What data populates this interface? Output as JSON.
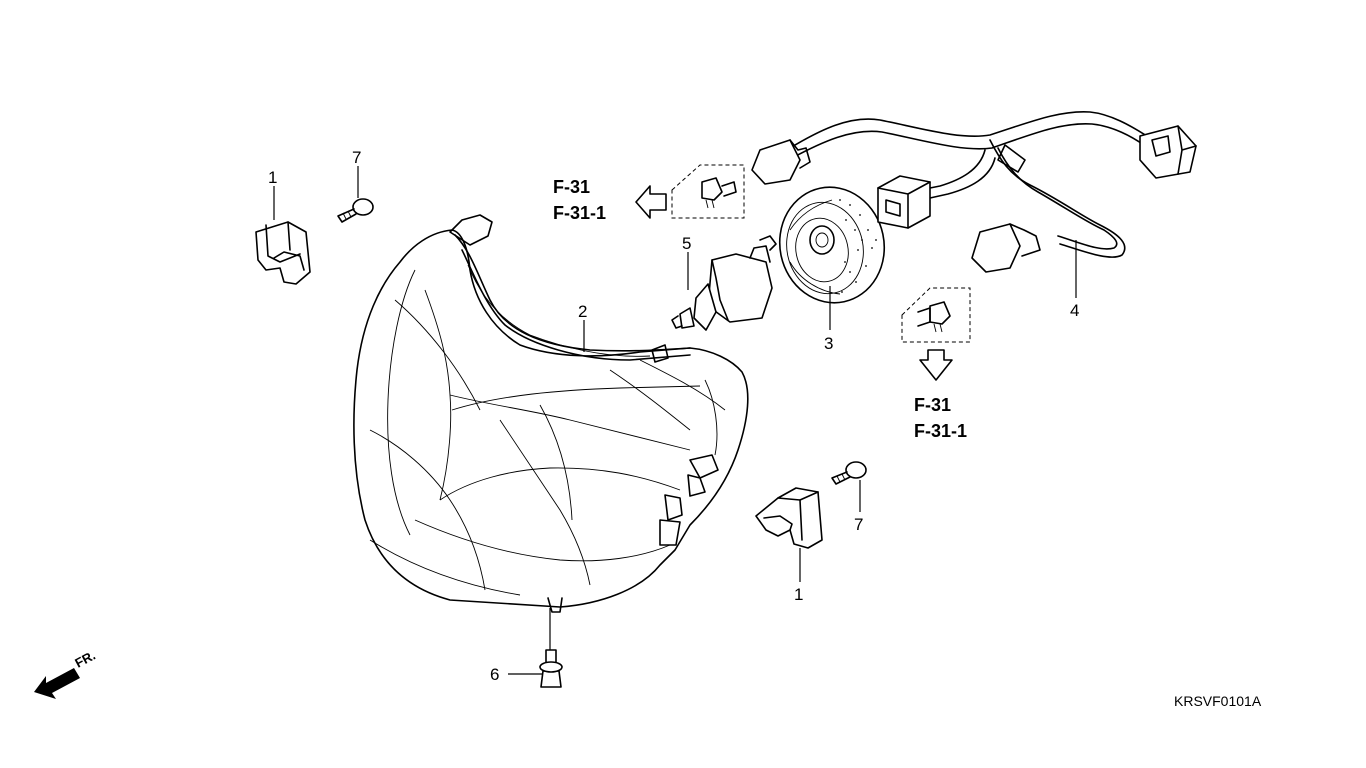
{
  "callouts": {
    "p1a": "1",
    "p1b": "1",
    "p2": "2",
    "p3": "3",
    "p4": "4",
    "p5": "5",
    "p6": "6",
    "p7a": "7",
    "p7b": "7"
  },
  "references": {
    "left_top": "F-31",
    "left_bottom": "F-31-1",
    "right_top": "F-31",
    "right_bottom": "F-31-1"
  },
  "front_indicator": "FR.",
  "diagram_code": "KRSVF0101A",
  "icons": {
    "front": "front-direction-arrow-icon",
    "ref_left": "outline-arrow-left-icon",
    "ref_down": "outline-arrow-down-icon"
  }
}
